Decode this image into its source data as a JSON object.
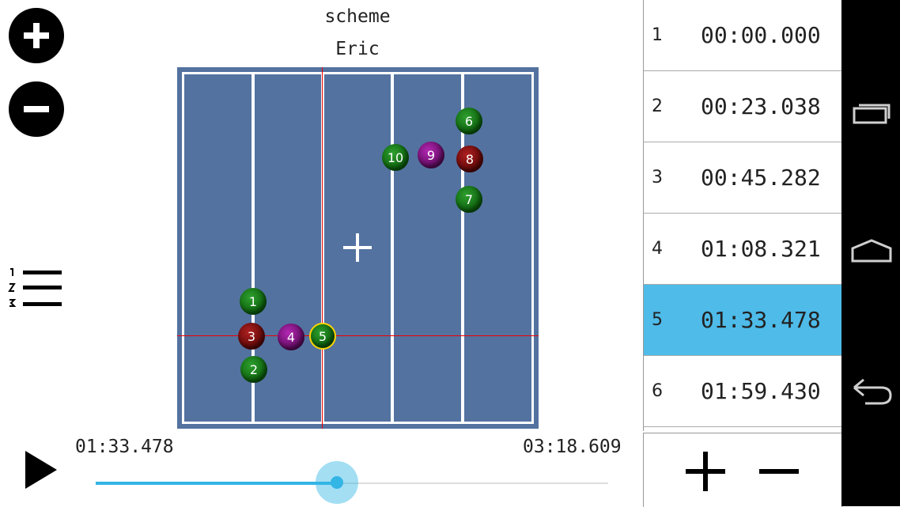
{
  "header": {
    "scheme_label": "scheme",
    "name": "Eric"
  },
  "field": {
    "players": [
      {
        "number": "1",
        "color": "green"
      },
      {
        "number": "2",
        "color": "green"
      },
      {
        "number": "3",
        "color": "red"
      },
      {
        "number": "4",
        "color": "purple"
      },
      {
        "number": "5",
        "color": "green",
        "selected": true
      },
      {
        "number": "6",
        "color": "green"
      },
      {
        "number": "7",
        "color": "green"
      },
      {
        "number": "8",
        "color": "red"
      },
      {
        "number": "9",
        "color": "purple"
      },
      {
        "number": "10",
        "color": "green"
      }
    ]
  },
  "playback": {
    "current_time": "01:33.478",
    "total_time": "03:18.609",
    "progress_percent": 47.1
  },
  "laps": [
    {
      "index": "1",
      "time": "00:00.000"
    },
    {
      "index": "2",
      "time": "00:23.038"
    },
    {
      "index": "3",
      "time": "00:45.282"
    },
    {
      "index": "4",
      "time": "01:08.321"
    },
    {
      "index": "5",
      "time": "01:33.478",
      "active": true
    },
    {
      "index": "6",
      "time": "01:59.430"
    }
  ],
  "icons": {
    "zoom_in": "plus-circle-icon",
    "zoom_out": "minus-circle-icon",
    "list": "numbered-list-icon",
    "play": "play-icon",
    "add_lap": "plus-icon",
    "remove_lap": "minus-icon",
    "recent_apps": "recent-apps-icon",
    "home": "home-icon",
    "back": "back-icon"
  },
  "colors": {
    "accent": "#33b5e5",
    "active_row": "#4ebbe9",
    "field": "#5372a0"
  }
}
